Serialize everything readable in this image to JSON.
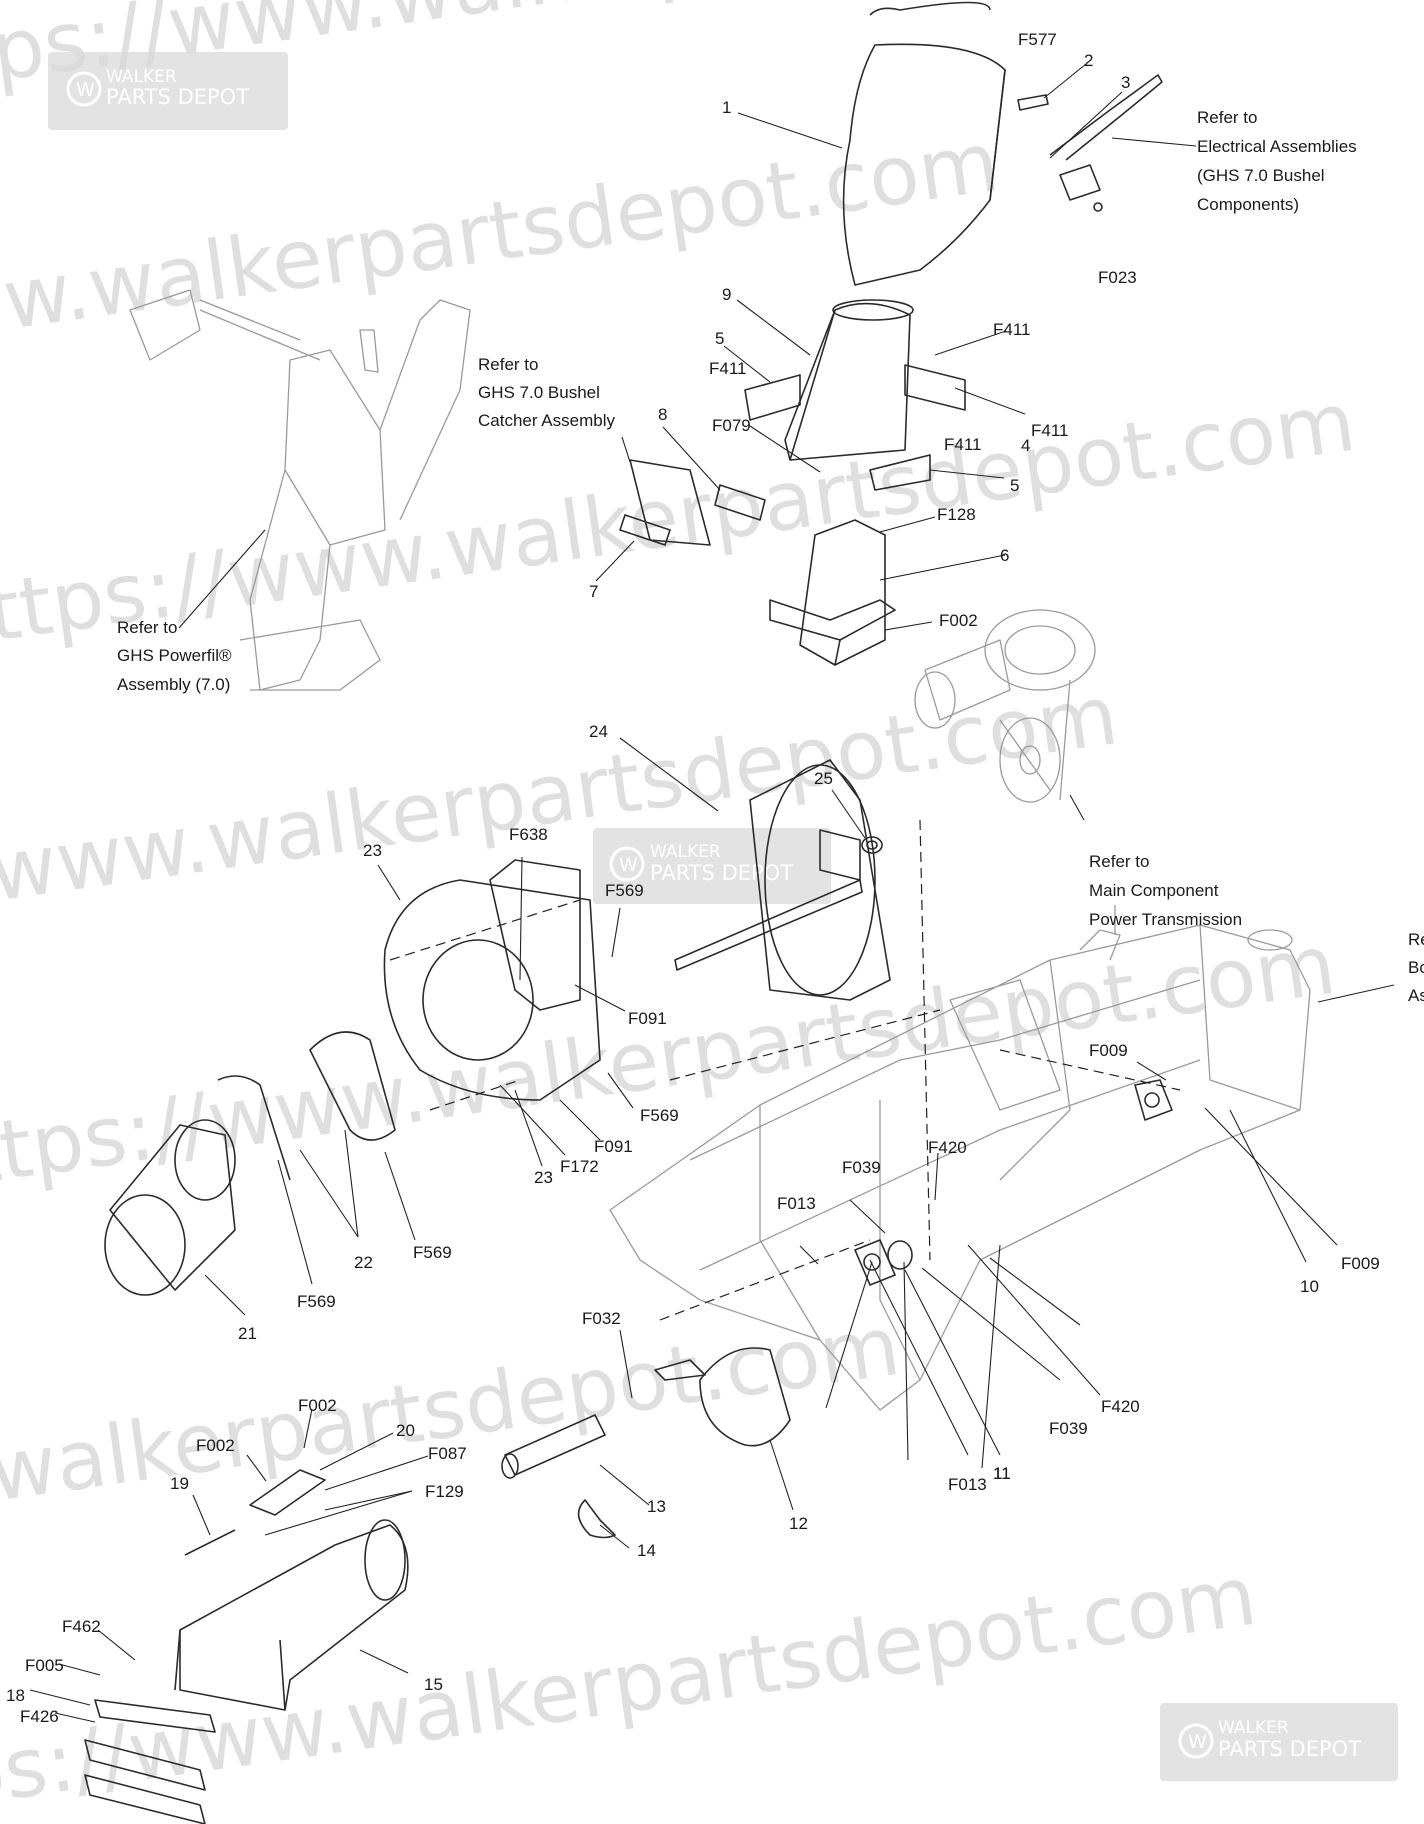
{
  "watermark": {
    "text": "https://www.walkerpartsdepot.com"
  },
  "badge": {
    "line1": "WALKER",
    "line2": "PARTS DEPOT",
    "logo_letter": "W"
  },
  "part_labels": [
    "1",
    "2",
    "3",
    "4",
    "5",
    "5",
    "6",
    "7",
    "8",
    "9",
    "10",
    "11",
    "11",
    "12",
    "13",
    "14",
    "15",
    "18",
    "19",
    "20",
    "21",
    "22",
    "23",
    "23",
    "24",
    "25",
    "F577",
    "F023",
    "F411",
    "F411",
    "F411",
    "F411",
    "F079",
    "F128",
    "F002",
    "F638",
    "F569",
    "F569",
    "F569",
    "F569",
    "F091",
    "F091",
    "F172",
    "F009",
    "F009",
    "F039",
    "F039",
    "F420",
    "F420",
    "F013",
    "F013",
    "F032",
    "F002",
    "F002",
    "F087",
    "F129",
    "F462",
    "F005",
    "F426"
  ],
  "reference_notes": {
    "electrical": [
      "Refer to",
      "Electrical Assemblies",
      "(GHS 7.0 Bushel",
      "Components)"
    ],
    "bushel": [
      "Refer to",
      "GHS 7.0 Bushel",
      "Catcher Assembly"
    ],
    "powerfil": [
      "Refer to",
      "GHS Powerfil®",
      "Assembly (7.0)"
    ],
    "transmission": [
      "Refer to",
      "Main Component",
      "Power Transmission"
    ],
    "body_cut": [
      "Re",
      "Bo",
      "As"
    ]
  }
}
